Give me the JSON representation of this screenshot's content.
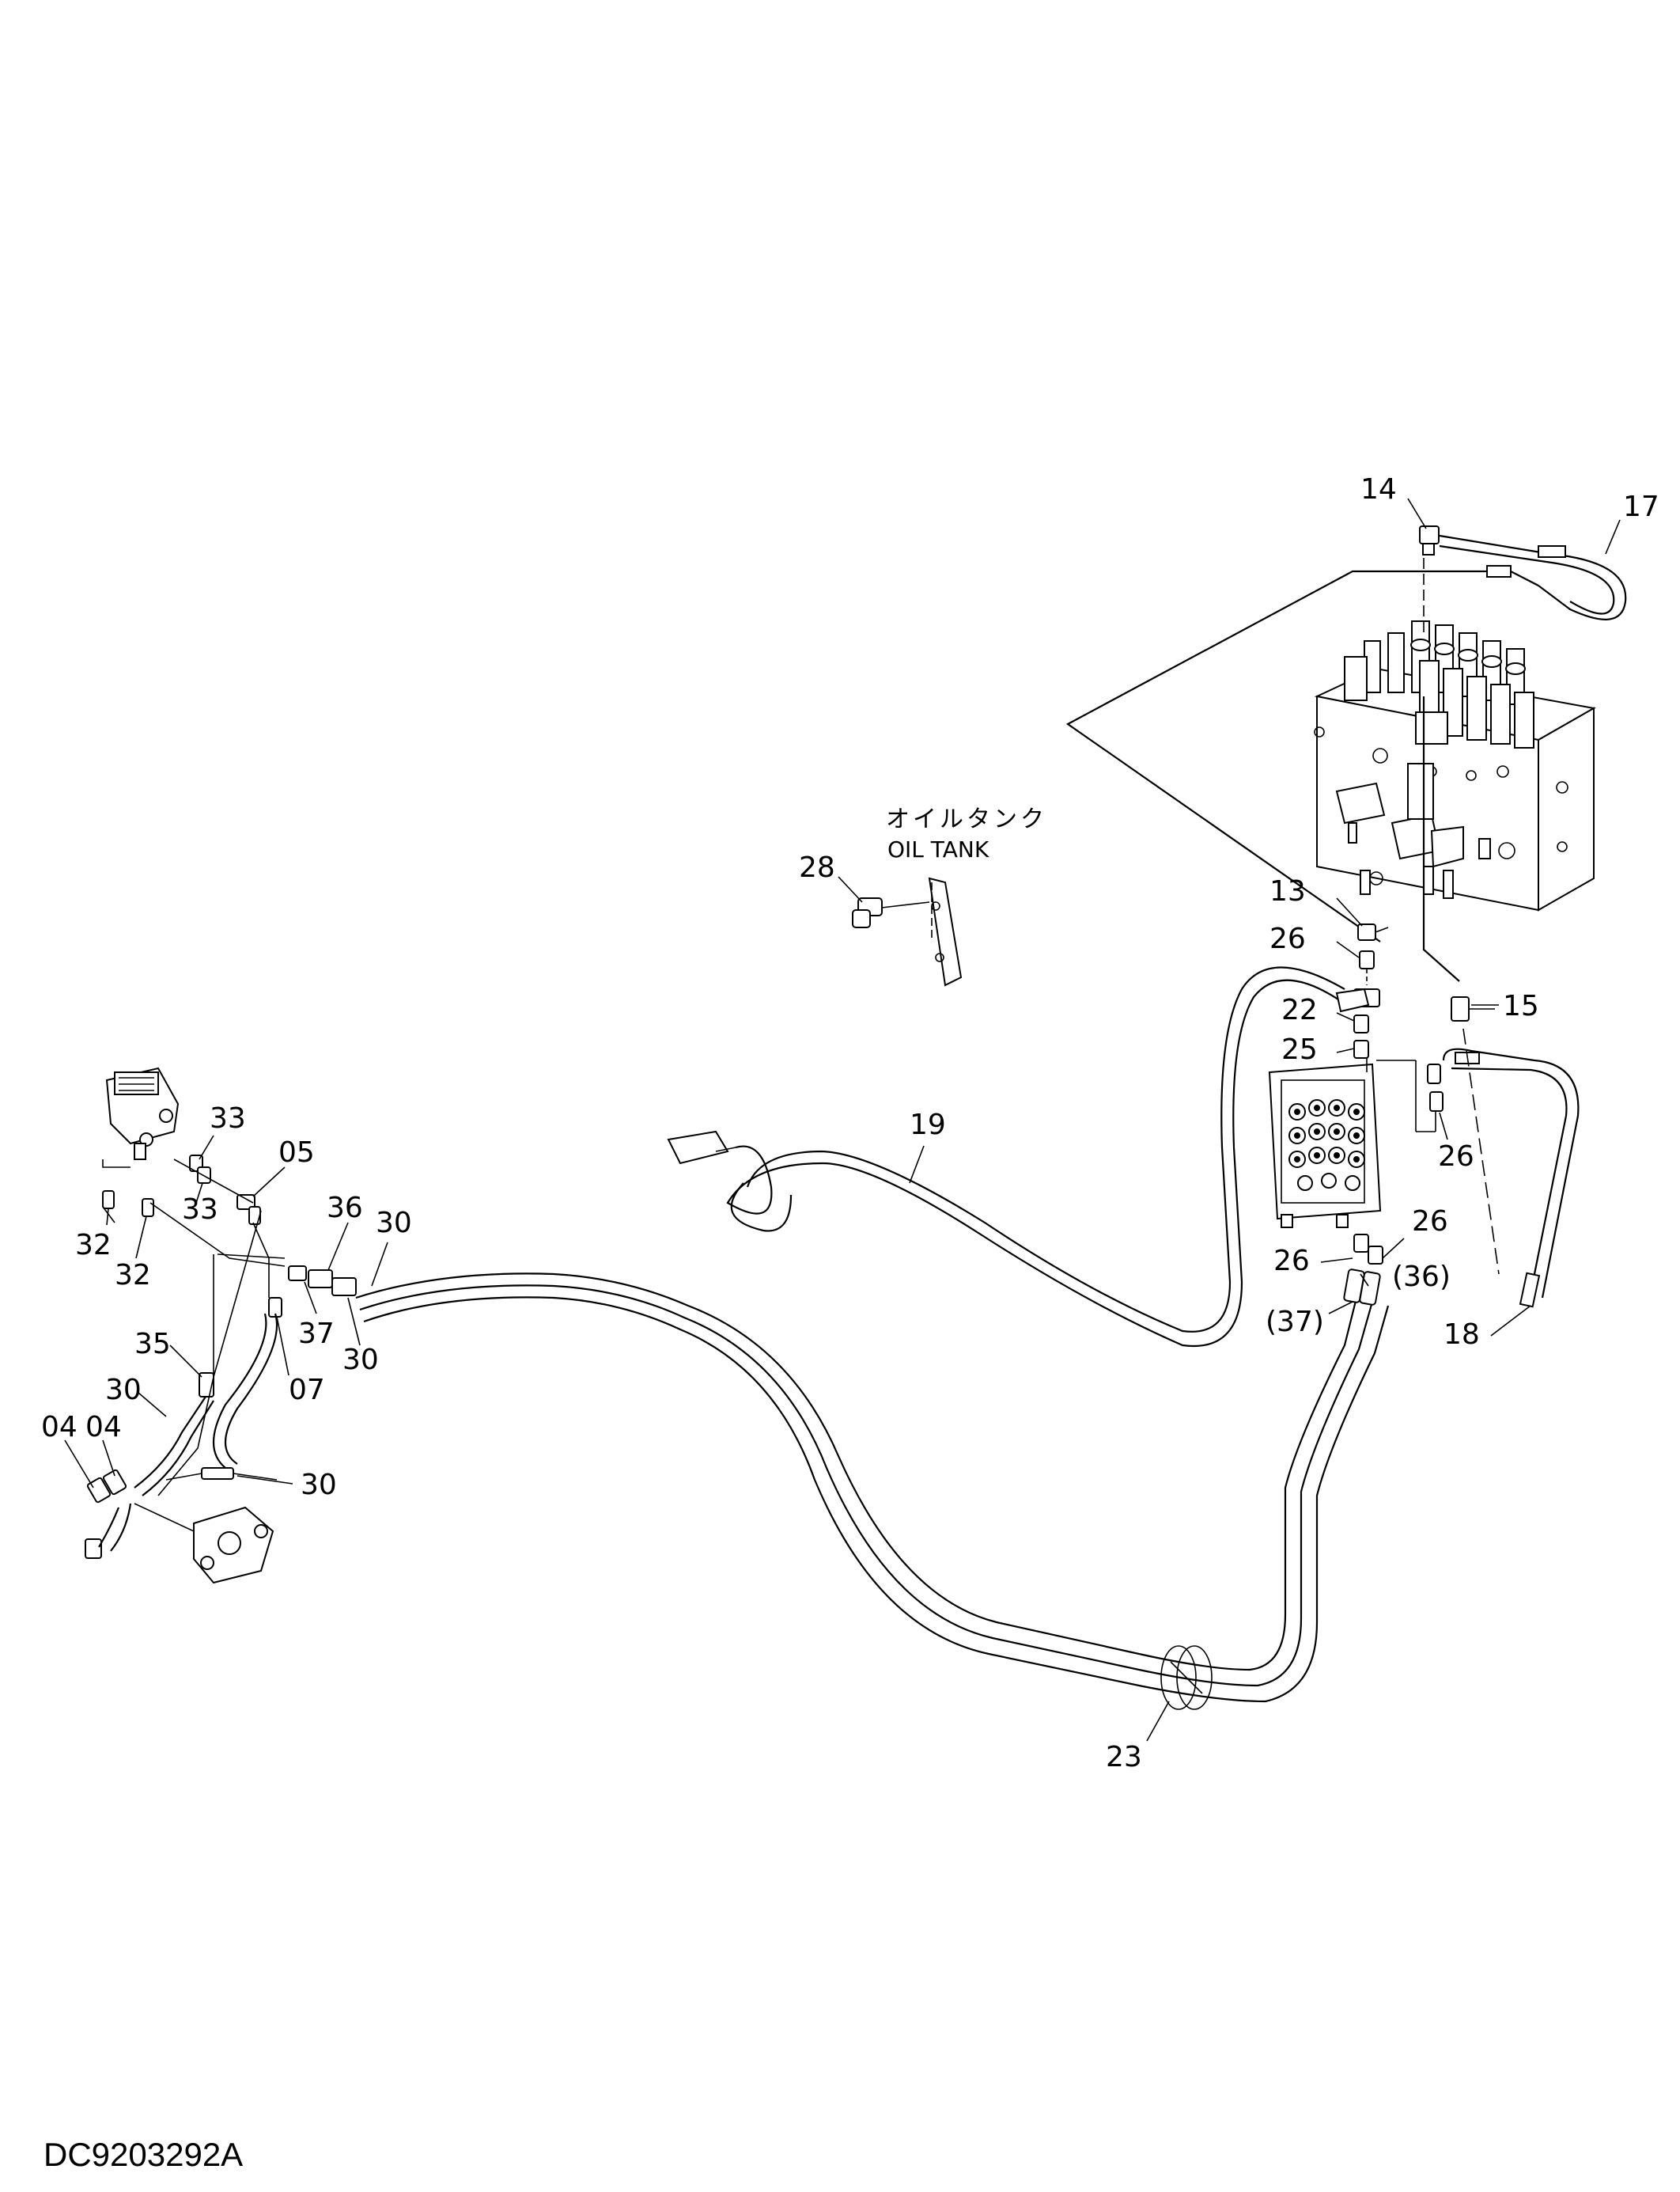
{
  "drawing": {
    "code": "DC9203292A",
    "oil_tank_label_jp": "オイルタンク",
    "oil_tank_label_en": "OIL TANK"
  },
  "callouts": [
    {
      "id": "c14",
      "text": "14"
    },
    {
      "id": "c17",
      "text": "17"
    },
    {
      "id": "c28",
      "text": "28"
    },
    {
      "id": "c13",
      "text": "13"
    },
    {
      "id": "c26a",
      "text": "26"
    },
    {
      "id": "c22",
      "text": "22"
    },
    {
      "id": "c25",
      "text": "25"
    },
    {
      "id": "c15",
      "text": "15"
    },
    {
      "id": "c26b",
      "text": "26"
    },
    {
      "id": "c19",
      "text": "19"
    },
    {
      "id": "c26c",
      "text": "26"
    },
    {
      "id": "c26d",
      "text": "26"
    },
    {
      "id": "c36p",
      "text": "(36)"
    },
    {
      "id": "c37p",
      "text": "(37)"
    },
    {
      "id": "c18",
      "text": "18"
    },
    {
      "id": "c23",
      "text": "23"
    },
    {
      "id": "c33a",
      "text": "33"
    },
    {
      "id": "c05",
      "text": "05"
    },
    {
      "id": "c33b",
      "text": "33"
    },
    {
      "id": "c32a",
      "text": "32"
    },
    {
      "id": "c32b",
      "text": "32"
    },
    {
      "id": "c36",
      "text": "36"
    },
    {
      "id": "c30a",
      "text": "30"
    },
    {
      "id": "c37",
      "text": "37"
    },
    {
      "id": "c30b",
      "text": "30"
    },
    {
      "id": "c07",
      "text": "07"
    },
    {
      "id": "c35",
      "text": "35"
    },
    {
      "id": "c30c",
      "text": "30"
    },
    {
      "id": "c04a",
      "text": "04"
    },
    {
      "id": "c04b",
      "text": "04"
    },
    {
      "id": "c30d",
      "text": "30"
    }
  ]
}
